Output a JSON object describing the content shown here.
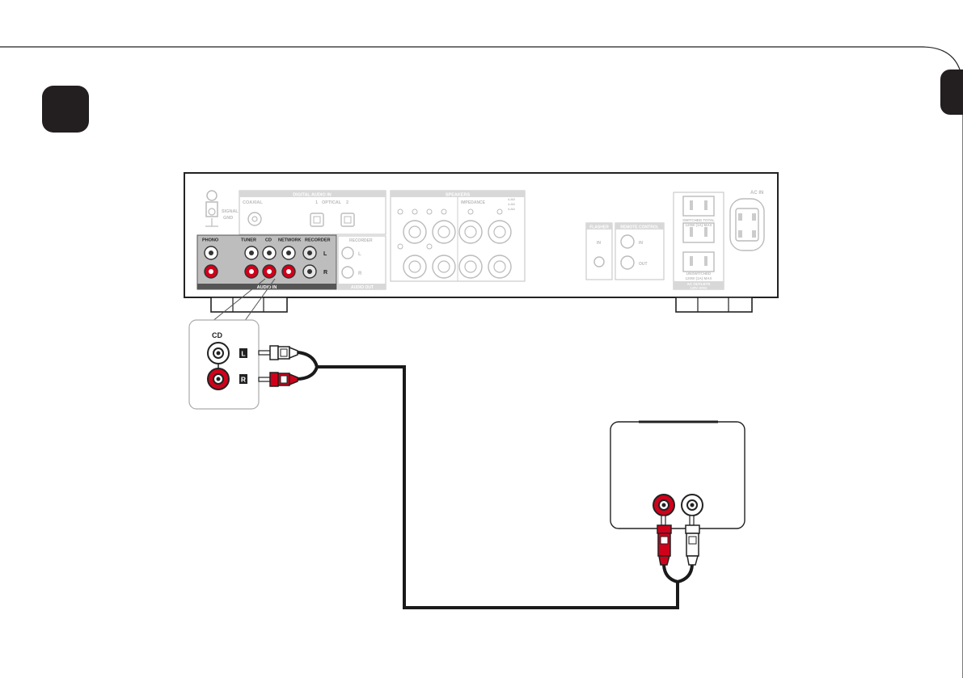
{
  "colors": {
    "signal_red": "#d0021b",
    "cable": "#1a1a1a",
    "badge": "#231f20",
    "panel_highlight": "#bdbdbd",
    "faint_line": "#bbbbbb"
  },
  "rear_panel": {
    "ground_label_1": "SIGNAL",
    "ground_label_2": "GND",
    "digital_in_header": "DIGITAL AUDIO IN",
    "coaxial_label": "COAXIAL",
    "optical_label": "OPTICAL",
    "optical_1": "1",
    "optical_2": "2",
    "speakers_header": "SPEAKERS",
    "impedance_label": "IMPEDANCE",
    "impedance_values": [
      "4-8Ω",
      "4-8Ω",
      "4-8Ω"
    ],
    "flasher_header": "FLASHER",
    "flasher_in": "IN",
    "remote_header": "REMOTE CONTROL",
    "remote_in": "IN",
    "remote_out": "OUT",
    "ac_in": "AC IN",
    "switched_line_1": "SWITCHED TOTAL",
    "switched_line_2": "120W (1A) MAX",
    "unswitched_line_1": "UNSWITCHED",
    "unswitched_line_2": "120W (1A) MAX",
    "ac_outlets_1": "AC OUTLETS",
    "ac_outlets_2": "120V~60Hz",
    "audio_in_label": "AUDIO IN",
    "audio_out_label": "AUDIO OUT",
    "recorder_out_label": "RECORDER",
    "inputs": [
      {
        "id": "phono",
        "label": "PHONO"
      },
      {
        "id": "tuner",
        "label": "TUNER"
      },
      {
        "id": "cd",
        "label": "CD"
      },
      {
        "id": "network",
        "label": "NETWORK"
      },
      {
        "id": "recorder",
        "label": "RECORDER"
      }
    ],
    "channel_l": "L",
    "channel_r": "R"
  },
  "zoom_callout": {
    "title": "CD",
    "channel_l": "L",
    "channel_r": "R"
  }
}
